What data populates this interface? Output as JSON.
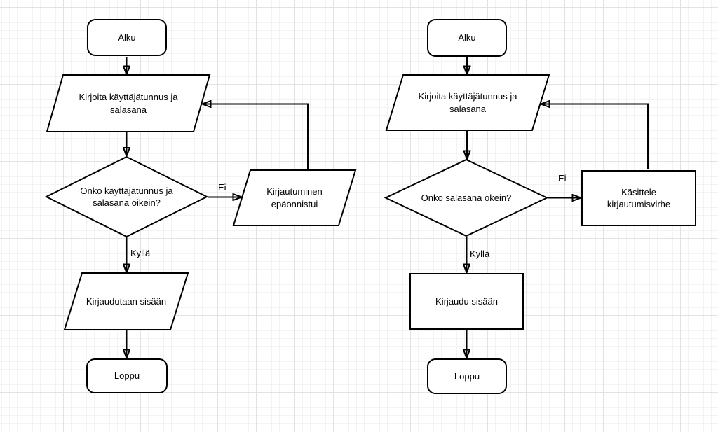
{
  "canvas": {
    "background_color": "#ffffff",
    "grid_minor_color": "#f3f3f3",
    "grid_major_color": "#e2e2e2",
    "shape_fill_color": "#ffffff",
    "stroke_color": "#000000",
    "text_color": "#000000"
  },
  "diagrams": [
    {
      "id": "left",
      "nodes": [
        {
          "id": "start",
          "type": "rounded",
          "label": "Alku"
        },
        {
          "id": "input",
          "type": "parallelogram",
          "label": "Kirjoita käyttäjätunnus ja salasana"
        },
        {
          "id": "decision",
          "type": "diamond",
          "label": "Onko käyttäjätunnus ja salasana oikein?"
        },
        {
          "id": "fail",
          "type": "parallelogram",
          "label": "Kirjautuminen epäonnistui"
        },
        {
          "id": "success",
          "type": "parallelogram",
          "label": "Kirjaudutaan sisään"
        },
        {
          "id": "end",
          "type": "rounded",
          "label": "Loppu"
        }
      ],
      "edges": [
        {
          "from": "start",
          "to": "input"
        },
        {
          "from": "input",
          "to": "decision"
        },
        {
          "from": "decision",
          "to": "fail",
          "label": "Ei"
        },
        {
          "from": "fail",
          "to": "input"
        },
        {
          "from": "decision",
          "to": "success",
          "label": "Kyllä"
        },
        {
          "from": "success",
          "to": "end"
        }
      ]
    },
    {
      "id": "right",
      "nodes": [
        {
          "id": "start",
          "type": "rounded",
          "label": "Alku"
        },
        {
          "id": "input",
          "type": "parallelogram",
          "label": "Kirjoita käyttäjätunnus ja salasana"
        },
        {
          "id": "decision",
          "type": "diamond",
          "label": "Onko salasana okein?"
        },
        {
          "id": "error",
          "type": "rect",
          "label": "Käsittele kirjautumisvirhe"
        },
        {
          "id": "success",
          "type": "rect",
          "label": "Kirjaudu sisään"
        },
        {
          "id": "end",
          "type": "rounded",
          "label": "Loppu"
        }
      ],
      "edges": [
        {
          "from": "start",
          "to": "input"
        },
        {
          "from": "input",
          "to": "decision"
        },
        {
          "from": "decision",
          "to": "error",
          "label": "Ei"
        },
        {
          "from": "error",
          "to": "input"
        },
        {
          "from": "decision",
          "to": "success",
          "label": "Kyllä"
        },
        {
          "from": "success",
          "to": "end"
        }
      ]
    }
  ]
}
